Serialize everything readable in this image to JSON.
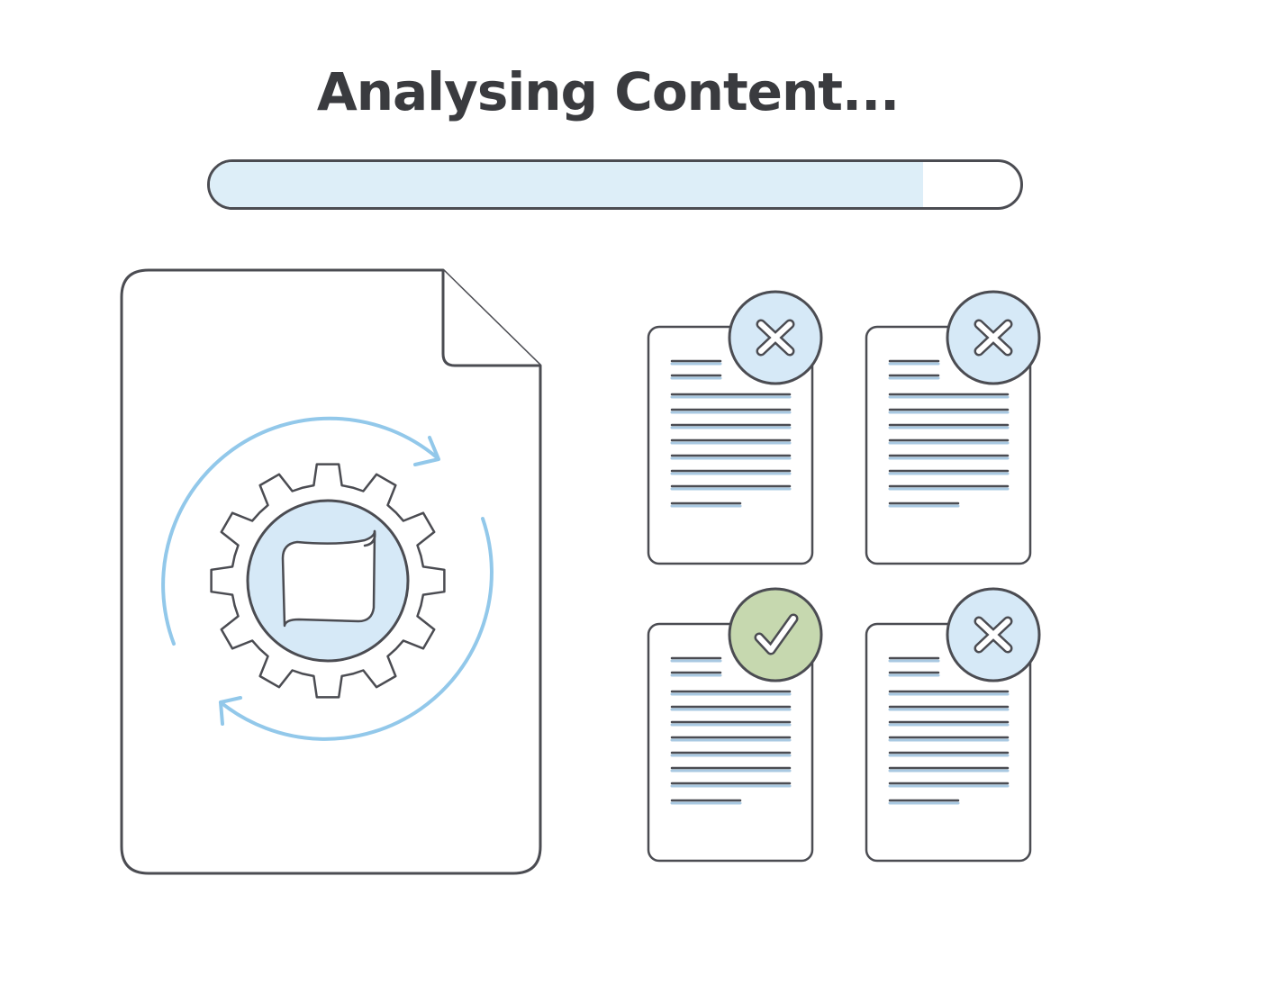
{
  "header": {
    "title": "Analysing Content..."
  },
  "progress": {
    "value": 0.88
  },
  "main_document": {
    "icon": "gear-with-refresh-arrows-icon",
    "center_icon": "scroll-icon"
  },
  "results": [
    {
      "status": "rejected",
      "icon": "x-icon"
    },
    {
      "status": "rejected",
      "icon": "x-icon"
    },
    {
      "status": "approved",
      "icon": "checkmark-icon"
    },
    {
      "status": "rejected",
      "icon": "x-icon"
    }
  ],
  "colors": {
    "outline": "#4b4c52",
    "light_blue": "#d6e9f7",
    "arrow_blue": "#92c8ea",
    "approved_green": "#c6d8af",
    "progress_fill": "#ddeef8"
  }
}
